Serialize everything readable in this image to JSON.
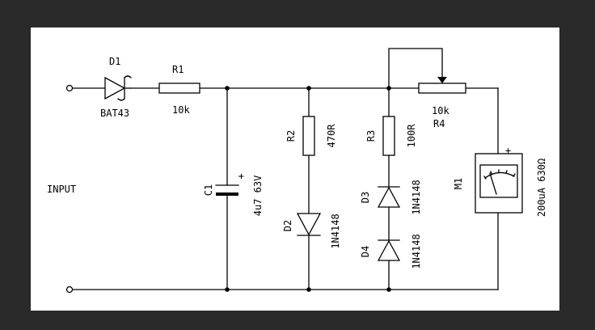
{
  "labels": {
    "input": "INPUT",
    "d1_ref": "D1",
    "d1_val": "BAT43",
    "r1_ref": "R1",
    "r1_val": "10k",
    "c1_ref": "C1",
    "c1_val": "4u7 63V",
    "c1_pol": "+",
    "r2_ref": "R2",
    "r2_val": "470R",
    "d2_ref": "D2",
    "d2_val": "1N4148",
    "r3_ref": "R3",
    "r3_val": "100R",
    "d3_ref": "D3",
    "d3_val": "1N4148",
    "d4_ref": "D4",
    "d4_val": "1N4148",
    "r4_val": "10k",
    "r4_ref": "R4",
    "m1_ref": "M1",
    "m1_val": "200uA 630Ω",
    "m1_pol": "+"
  },
  "colors": {
    "frame": "#2a2a2a",
    "sheet": "#ffffff",
    "ink": "#000000"
  },
  "icons": {
    "meter": "analog-meter-icon",
    "terminal": "open-terminal-icon"
  }
}
